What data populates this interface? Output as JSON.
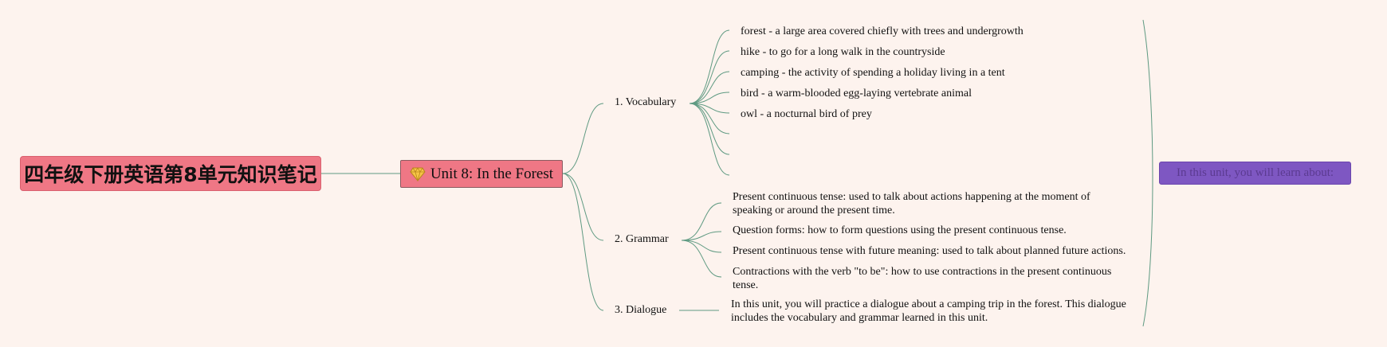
{
  "root": {
    "label": "四年级下册英语第8单元知识笔记"
  },
  "main": {
    "label": "Unit 8: In the Forest",
    "icon": "gem-icon"
  },
  "branches": [
    {
      "label": "1. Vocabulary",
      "items": [
        "forest - a large area covered chiefly with trees and undergrowth",
        "hike - to go for a long walk in the countryside",
        "camping - the activity of spending a holiday living in a tent",
        "bird - a warm-blooded egg-laying vertebrate animal",
        "owl - a nocturnal bird of prey"
      ]
    },
    {
      "label": "2. Grammar",
      "items": [
        "Present continuous tense: used to talk about actions happening at the moment of speaking or around the present time.",
        "Question forms: how to form questions using the present continuous tense.",
        "Present continuous tense with future meaning: used to talk about planned future actions.",
        "Contractions with the verb \"to be\": how to use contractions in the present continuous tense."
      ]
    },
    {
      "label": "3. Dialogue",
      "items": [
        "In this unit, you will practice a dialogue about a camping trip in the forest. This dialogue includes the vocabulary and grammar learned in this unit."
      ]
    }
  ],
  "summary": {
    "label": "In this unit, you will learn about:"
  },
  "colors": {
    "background": "#fdf3ee",
    "root_fill": "#ef7785",
    "summary_fill": "#7e57c2",
    "line": "#5f9a82"
  }
}
